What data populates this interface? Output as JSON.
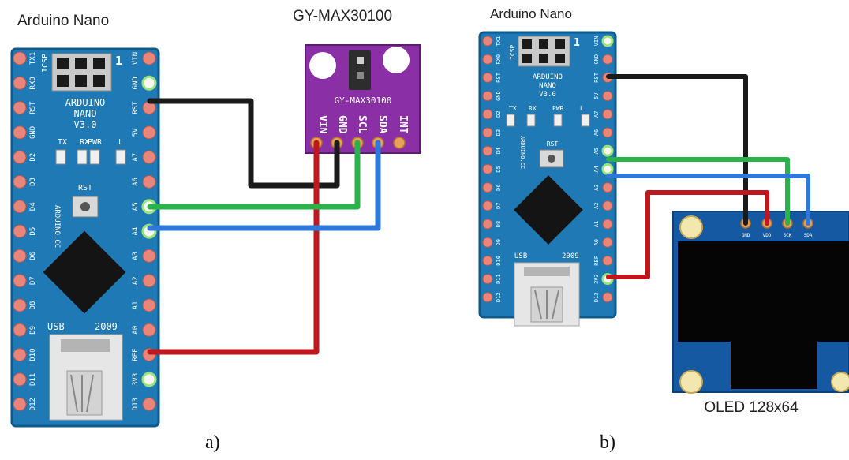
{
  "figure_a": {
    "board_title": "Arduino Nano",
    "sensor_title": "GY-MAX30100",
    "caption": "a)",
    "board": {
      "name": "ARDUINO",
      "model": "NANO",
      "version": "V3.0",
      "icsp": "ICSP",
      "one": "1",
      "leds": [
        "TX",
        "RX",
        "PWR",
        "L"
      ],
      "rst": "RST",
      "cc": "ARDUINO.CC",
      "usb": "USB",
      "year": "2009",
      "left_pins": [
        "TX1",
        "RX0",
        "RST",
        "GND",
        "D2",
        "D3",
        "D4",
        "D5",
        "D6",
        "D7",
        "D8",
        "D9",
        "D10",
        "D11",
        "D12"
      ],
      "right_pins": [
        "VIN",
        "GND",
        "RST",
        "5V",
        "A7",
        "A6",
        "A5",
        "A4",
        "A3",
        "A2",
        "A1",
        "A0",
        "REF",
        "3V3",
        "D13"
      ]
    },
    "sensor": {
      "name": "GY-MAX30100",
      "pins": [
        "VIN",
        "GND",
        "SCL",
        "SDA",
        "INT"
      ]
    }
  },
  "figure_b": {
    "board_title": "Arduino Nano",
    "display_label": "OLED 128x64",
    "caption": "b)",
    "board": {
      "name": "ARDUINO",
      "model": "NANO",
      "version": "V3.0",
      "icsp": "ICSP",
      "one": "1",
      "leds": [
        "TX",
        "RX",
        "PWR",
        "L"
      ],
      "rst": "RST",
      "cc": "ARDUINO.CC",
      "usb": "USB",
      "year": "2009",
      "left_pins": [
        "TX1",
        "RX0",
        "RST",
        "GND",
        "D2",
        "D3",
        "D4",
        "D5",
        "D6",
        "D7",
        "D8",
        "D9",
        "D10",
        "D11",
        "D12"
      ],
      "right_pins": [
        "VIN",
        "GND",
        "RST",
        "5V",
        "A7",
        "A6",
        "A5",
        "A4",
        "A3",
        "A2",
        "A1",
        "A0",
        "REF",
        "3V3",
        "D13"
      ]
    },
    "oled_pins": [
      "GND",
      "VDD",
      "SCK",
      "SDA"
    ]
  },
  "colors": {
    "board_blue": "#1f79b4",
    "board_edge": "#0f5a8c",
    "pin_pad": "#e8867c",
    "sensor_purple": "#8b2fa6",
    "wire_black": "#1a1a1a",
    "wire_red": "#c0161d",
    "wire_green": "#29b34a",
    "wire_blue": "#2f78d8",
    "oled_body": "#1559a3",
    "oled_screen": "#050505"
  }
}
